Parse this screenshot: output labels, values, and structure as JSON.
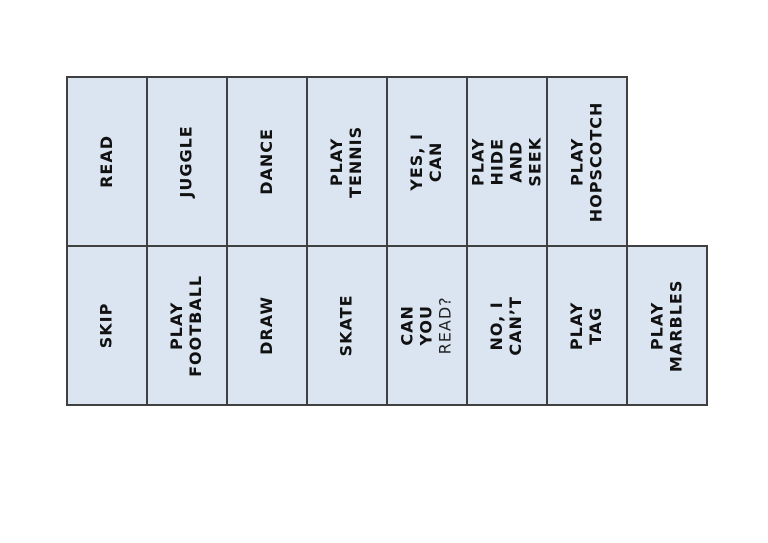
{
  "page": {
    "background_color": "#ffffff",
    "type": "flashcard-worksheet"
  },
  "table": {
    "cell_fill_color": "#dbe5f1",
    "border_color": "#404040",
    "text_color": "#111111",
    "text_rotation_deg": -90,
    "rows": [
      {
        "cells": [
          {
            "label": "READ"
          },
          {
            "label": "JUGGLE"
          },
          {
            "label": "DANCE"
          },
          {
            "label": "PLAY TENNIS"
          },
          {
            "label": "YES, I CAN"
          },
          {
            "label": "PLAY HIDE AND\nSEEK"
          },
          {
            "label": "PLAY\nHOPSCOTCH"
          }
        ]
      },
      {
        "cells": [
          {
            "label": "SKIP"
          },
          {
            "label": "PLAY\nFOOTBALL"
          },
          {
            "label": "DRAW"
          },
          {
            "label": "SKATE"
          },
          {
            "label": "CAN YOU",
            "sub_label": "READ?"
          },
          {
            "label": "NO, I CAN’T"
          },
          {
            "label": "PLAY TAG"
          },
          {
            "label": "PLAY\nMARBLES"
          }
        ]
      }
    ]
  }
}
